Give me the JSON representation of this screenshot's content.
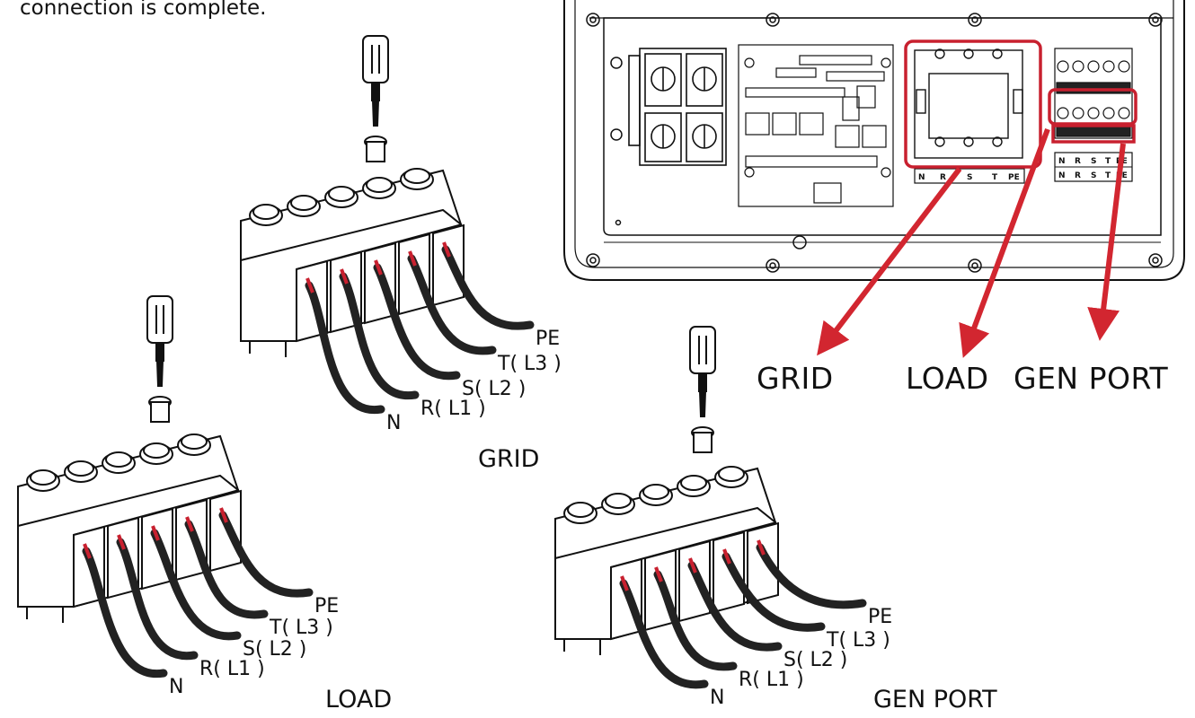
{
  "intro_text": "connection is complete.",
  "callouts": {
    "grid": "GRID",
    "load": "LOAD",
    "gen_port": "GEN PORT"
  },
  "panel": {
    "grid_terminal_labels": [
      "N",
      "R",
      "S",
      "T",
      "PE"
    ],
    "gen_terminal_labels_row1": [
      "N",
      "R",
      "S",
      "T",
      "PE"
    ],
    "gen_terminal_labels_row2": [
      "N",
      "R",
      "S",
      "T",
      "PE"
    ]
  },
  "wire_labels": [
    "N",
    "R( L1 )",
    "S( L2 )",
    "T( L3 )",
    "PE"
  ],
  "blocks": {
    "grid": "GRID",
    "load": "LOAD",
    "gen_port": "GEN PORT"
  },
  "colors": {
    "highlight": "#c8202f",
    "arrow": "#d22630",
    "wire": "#222222",
    "line": "#111111"
  }
}
